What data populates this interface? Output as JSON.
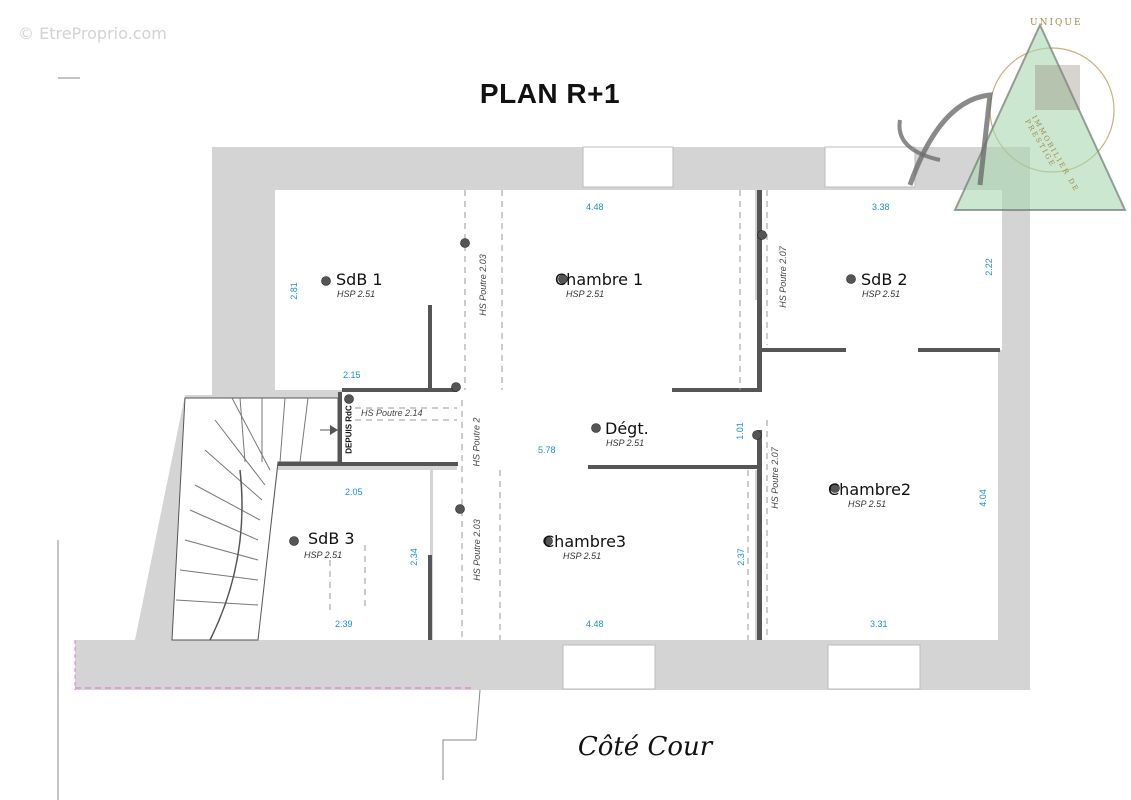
{
  "watermark": "© EtreProprio.com",
  "title": "PLAN R+1",
  "logo": {
    "top_text": "UNIQUE",
    "side_text": "IMMOBILIER DE PRESTIGE"
  },
  "rooms": [
    {
      "name": "SdB 1",
      "hsp": "HSP 2.51"
    },
    {
      "name": "Chambre 1",
      "hsp": "HSP 2.51"
    },
    {
      "name": "SdB 2",
      "hsp": "HSP 2.51"
    },
    {
      "name": "Dégt.",
      "hsp": "HSP 2.51"
    },
    {
      "name": "Chambre2",
      "hsp": "HSP 2.51"
    },
    {
      "name": "SdB 3",
      "hsp": "HSP 2.51"
    },
    {
      "name": "Chambre3",
      "hsp": "HSP 2.51"
    }
  ],
  "dimensions": [
    "4.48",
    "3.38",
    "2.81",
    "2.22",
    "2.15",
    "5.78",
    "1.01",
    "2.05",
    "2.34",
    "2.37",
    "4.04",
    "2.39",
    "4.48",
    "3.31"
  ],
  "beams": [
    "HS Poutre 2.03",
    "HS Poutre 2.07",
    "HS Poutre 2.14",
    "HS Poutre 2",
    "HS Poutre 2.03",
    "HS Poutre 2.07"
  ],
  "stair_label": "DEPUIS RdC",
  "side_label": "Côté Cour",
  "colors": {
    "wall": "#d4d4d4",
    "room_fill": "#ffffff",
    "dimension": "#1a8fd8",
    "logo_gold": "#a58a4a",
    "logo_green": "#a9d7b0"
  }
}
